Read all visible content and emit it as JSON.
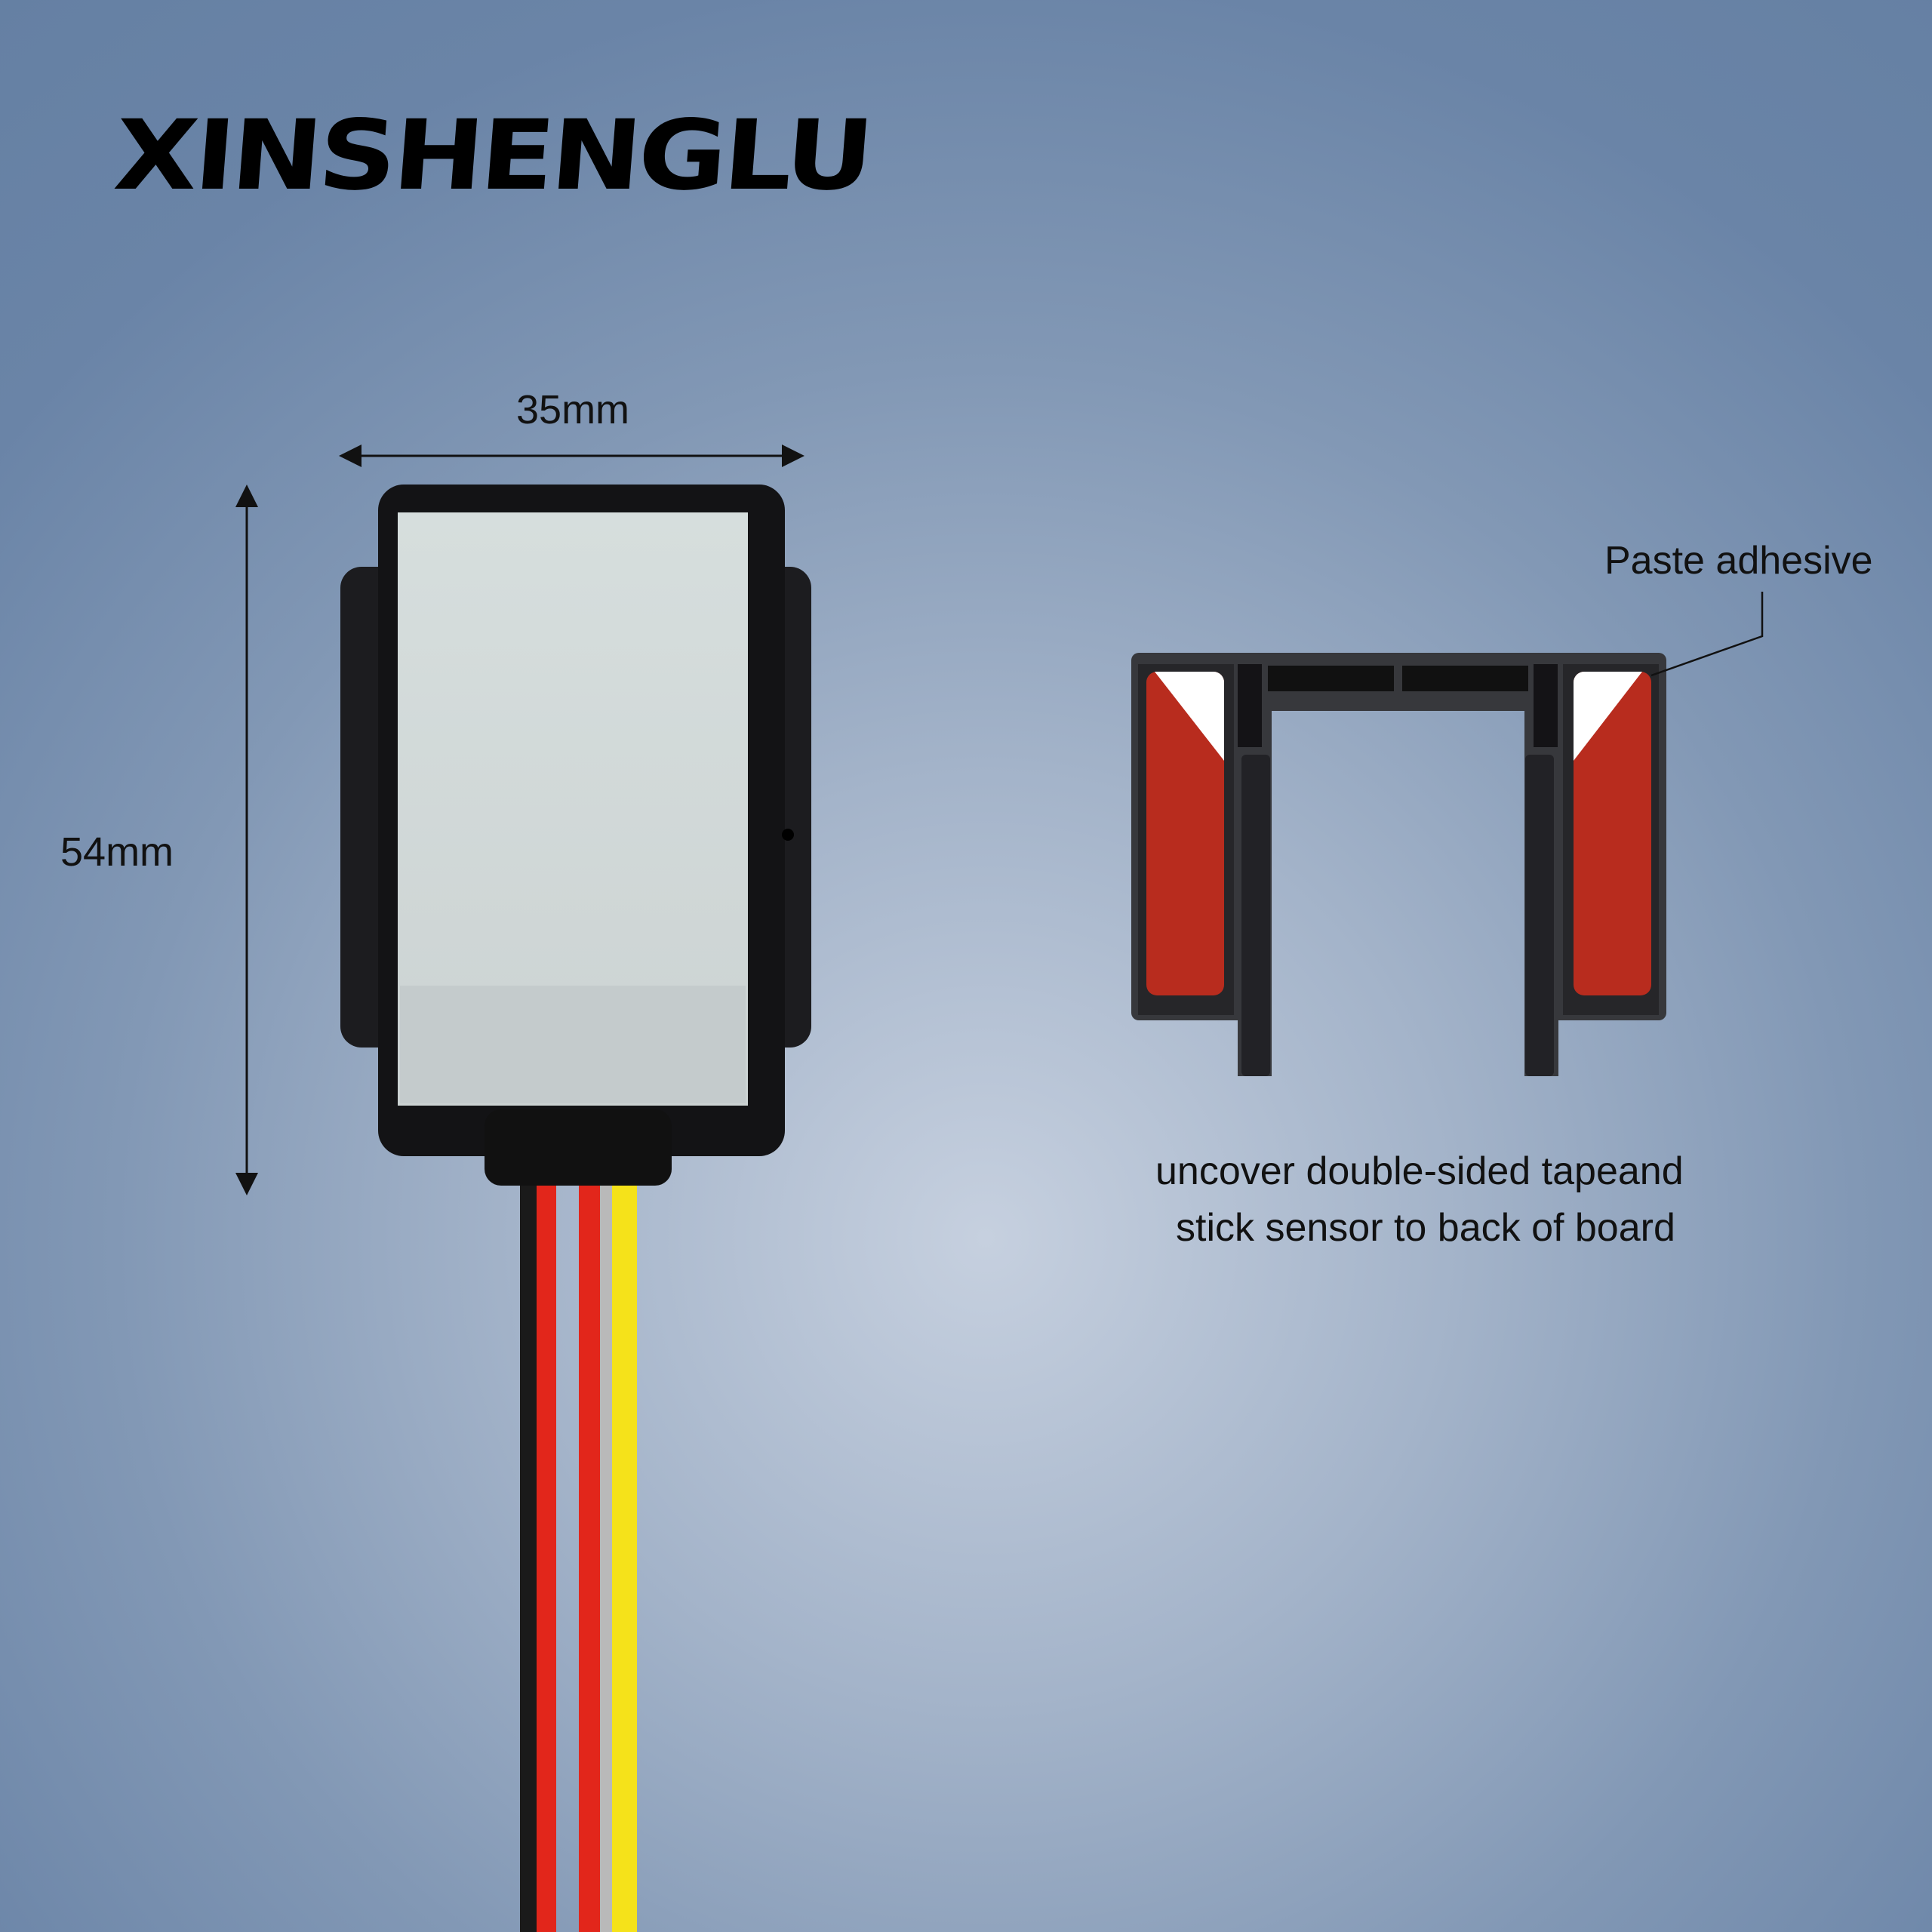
{
  "brand": {
    "logo_text": "XINSHENGLU"
  },
  "dimensions": {
    "width_label": "35mm",
    "height_label": "54mm"
  },
  "callout": {
    "label": "Paste adhesive"
  },
  "instructions": {
    "line1": "uncover double-sided tapeand",
    "line2": "stick sensor to back of board"
  },
  "colors": {
    "background_center": "#c6d0df",
    "background_edge": "#6580a3",
    "adhesive_red": "#b82c1e",
    "housing": "#1c1c1f",
    "wire_black": "#1a1a1a",
    "wire_red": "#e2261b",
    "wire_grey": "#b9b9b9",
    "wire_yellow": "#f5e21a"
  }
}
